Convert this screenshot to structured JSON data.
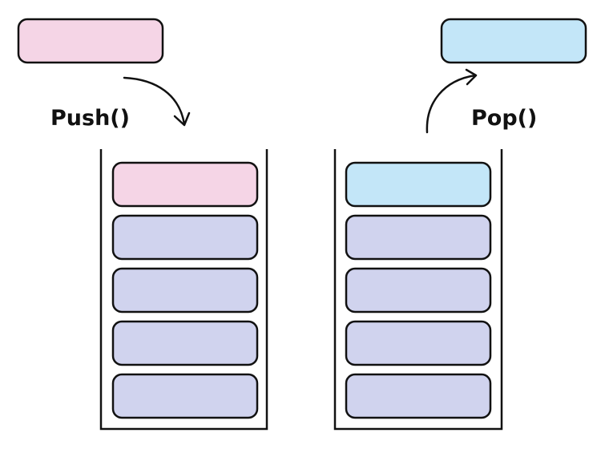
{
  "push": {
    "label": "Push()",
    "incoming_block_color": "#f5d5e6",
    "stack": [
      {
        "role": "top",
        "color": "#f5d5e6"
      },
      {
        "role": "item",
        "color": "#d0d3ee"
      },
      {
        "role": "item",
        "color": "#d0d3ee"
      },
      {
        "role": "item",
        "color": "#d0d3ee"
      },
      {
        "role": "item",
        "color": "#d0d3ee"
      }
    ]
  },
  "pop": {
    "label": "Pop()",
    "outgoing_block_color": "#c3e6f8",
    "stack": [
      {
        "role": "top",
        "color": "#c3e6f8"
      },
      {
        "role": "item",
        "color": "#d0d3ee"
      },
      {
        "role": "item",
        "color": "#d0d3ee"
      },
      {
        "role": "item",
        "color": "#d0d3ee"
      },
      {
        "role": "item",
        "color": "#d0d3ee"
      }
    ]
  },
  "colors": {
    "outline": "#111111",
    "push_element": "#f5d5e6",
    "pop_element": "#c3e6f8",
    "stack_element": "#d0d3ee"
  }
}
